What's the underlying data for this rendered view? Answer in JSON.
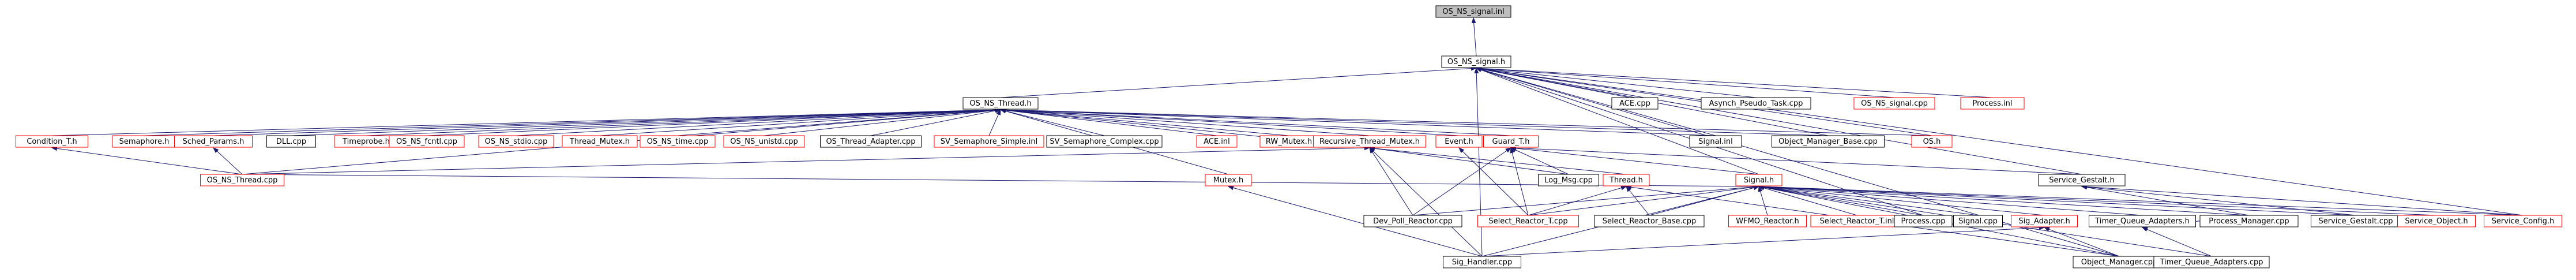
{
  "colors": {
    "edge": "#191970",
    "box_black": "#000000",
    "box_red": "#ff0000",
    "root_fill": "#bfbfbf",
    "node_fill": "#ffffff"
  },
  "root": {
    "label": "OS_NS_signal.inl",
    "border": "black",
    "filled": true
  },
  "nodes": [
    {
      "id": "osnssignalh",
      "label": "OS_NS_signal.h",
      "border": "black"
    },
    {
      "id": "osnsthreadh",
      "label": "OS_NS_Thread.h",
      "border": "black"
    },
    {
      "id": "acecpp",
      "label": "ACE.cpp",
      "border": "black"
    },
    {
      "id": "asynchpseudotask",
      "label": "Asynch_Pseudo_Task.cpp",
      "border": "black"
    },
    {
      "id": "osnssignalcpp",
      "label": "OS_NS_signal.cpp",
      "border": "red"
    },
    {
      "id": "processinl",
      "label": "Process.inl",
      "border": "red"
    },
    {
      "id": "conditiont",
      "label": "Condition_T.h",
      "border": "red"
    },
    {
      "id": "semaphoreh",
      "label": "Semaphore.h",
      "border": "red"
    },
    {
      "id": "schedparams",
      "label": "Sched_Params.h",
      "border": "red"
    },
    {
      "id": "dllcpp",
      "label": "DLL.cpp",
      "border": "black"
    },
    {
      "id": "timeprobe",
      "label": "Timeprobe.h",
      "border": "red"
    },
    {
      "id": "osnsfcntl",
      "label": "OS_NS_fcntl.cpp",
      "border": "red"
    },
    {
      "id": "osnsstdio",
      "label": "OS_NS_stdio.cpp",
      "border": "red"
    },
    {
      "id": "threadmutex",
      "label": "Thread_Mutex.h",
      "border": "red"
    },
    {
      "id": "osnstime",
      "label": "OS_NS_time.cpp",
      "border": "red"
    },
    {
      "id": "osnsunistd",
      "label": "OS_NS_unistd.cpp",
      "border": "red"
    },
    {
      "id": "osthreadadapter",
      "label": "OS_Thread_Adapter.cpp",
      "border": "black"
    },
    {
      "id": "svsemsimple",
      "label": "SV_Semaphore_Simple.inl",
      "border": "red"
    },
    {
      "id": "svsemcomplex",
      "label": "SV_Semaphore_Complex.cpp",
      "border": "black"
    },
    {
      "id": "aceinl",
      "label": "ACE.inl",
      "border": "red"
    },
    {
      "id": "rwmutex",
      "label": "RW_Mutex.h",
      "border": "red"
    },
    {
      "id": "recthreadmutex",
      "label": "Recursive_Thread_Mutex.h",
      "border": "red"
    },
    {
      "id": "eventh",
      "label": "Event.h",
      "border": "red"
    },
    {
      "id": "guardt",
      "label": "Guard_T.h",
      "border": "red"
    },
    {
      "id": "signalinl",
      "label": "Signal.inl",
      "border": "black"
    },
    {
      "id": "objmgrbase",
      "label": "Object_Manager_Base.cpp",
      "border": "black"
    },
    {
      "id": "osh",
      "label": "OS.h",
      "border": "red"
    },
    {
      "id": "osnsthreadcpp",
      "label": "OS_NS_Thread.cpp",
      "border": "red"
    },
    {
      "id": "mutexh",
      "label": "Mutex.h",
      "border": "red"
    },
    {
      "id": "logmsg",
      "label": "Log_Msg.cpp",
      "border": "black"
    },
    {
      "id": "threadh",
      "label": "Thread.h",
      "border": "red"
    },
    {
      "id": "signalh",
      "label": "Signal.h",
      "border": "red"
    },
    {
      "id": "servicegestalth",
      "label": "Service_Gestalt.h",
      "border": "black"
    },
    {
      "id": "devpoll",
      "label": "Dev_Poll_Reactor.cpp",
      "border": "black"
    },
    {
      "id": "selectreactortcpp",
      "label": "Select_Reactor_T.cpp",
      "border": "red"
    },
    {
      "id": "selectreactorbase",
      "label": "Select_Reactor_Base.cpp",
      "border": "black"
    },
    {
      "id": "wfmo",
      "label": "WFMO_Reactor.h",
      "border": "red"
    },
    {
      "id": "selectreactortinl",
      "label": "Select_Reactor_T.inl",
      "border": "red"
    },
    {
      "id": "processcpp",
      "label": "Process.cpp",
      "border": "black"
    },
    {
      "id": "signalcpp",
      "label": "Signal.cpp",
      "border": "black"
    },
    {
      "id": "sigadapter",
      "label": "Sig_Adapter.h",
      "border": "red"
    },
    {
      "id": "tqadaptersh",
      "label": "Timer_Queue_Adapters.h",
      "border": "black"
    },
    {
      "id": "processmgr",
      "label": "Process_Manager.cpp",
      "border": "black"
    },
    {
      "id": "servicegestaltcpp",
      "label": "Service_Gestalt.cpp",
      "border": "black"
    },
    {
      "id": "serviceobject",
      "label": "Service_Object.h",
      "border": "red"
    },
    {
      "id": "serviceconfig",
      "label": "Service_Config.h",
      "border": "red"
    },
    {
      "id": "sighandler",
      "label": "Sig_Handler.cpp",
      "border": "black"
    },
    {
      "id": "objmgr",
      "label": "Object_Manager.cpp",
      "border": "black"
    },
    {
      "id": "tqadapterscpp",
      "label": "Timer_Queue_Adapters.cpp",
      "border": "black"
    }
  ],
  "edges": [
    [
      "osnssignalh",
      "root"
    ],
    [
      "osnsthreadh",
      "osnssignalh"
    ],
    [
      "acecpp",
      "osnssignalh"
    ],
    [
      "asynchpseudotask",
      "osnssignalh"
    ],
    [
      "osnssignalcpp",
      "osnssignalh"
    ],
    [
      "processinl",
      "osnssignalh"
    ],
    [
      "signalinl",
      "osnssignalh"
    ],
    [
      "objmgrbase",
      "osnssignalh"
    ],
    [
      "osh",
      "osnssignalh"
    ],
    [
      "signalh",
      "osnssignalh"
    ],
    [
      "servicegestalth",
      "osnssignalh"
    ],
    [
      "serviceconfig",
      "osnssignalh"
    ],
    [
      "processcpp",
      "osnssignalh"
    ],
    [
      "sighandler",
      "osnssignalh"
    ],
    [
      "objmgr",
      "osnssignalh"
    ],
    [
      "conditiont",
      "osnsthreadh"
    ],
    [
      "semaphoreh",
      "osnsthreadh"
    ],
    [
      "schedparams",
      "osnsthreadh"
    ],
    [
      "dllcpp",
      "osnsthreadh"
    ],
    [
      "timeprobe",
      "osnsthreadh"
    ],
    [
      "osnsfcntl",
      "osnsthreadh"
    ],
    [
      "osnsstdio",
      "osnsthreadh"
    ],
    [
      "threadmutex",
      "osnsthreadh"
    ],
    [
      "osnstime",
      "osnsthreadh"
    ],
    [
      "osnsunistd",
      "osnsthreadh"
    ],
    [
      "osthreadadapter",
      "osnsthreadh"
    ],
    [
      "svsemsimple",
      "osnsthreadh"
    ],
    [
      "svsemcomplex",
      "osnsthreadh"
    ],
    [
      "aceinl",
      "osnsthreadh"
    ],
    [
      "rwmutex",
      "osnsthreadh"
    ],
    [
      "recthreadmutex",
      "osnsthreadh"
    ],
    [
      "eventh",
      "osnsthreadh"
    ],
    [
      "guardt",
      "osnsthreadh"
    ],
    [
      "signalinl",
      "osnsthreadh"
    ],
    [
      "objmgrbase",
      "osnsthreadh"
    ],
    [
      "osh",
      "osnsthreadh"
    ],
    [
      "osnsthreadcpp",
      "osnsthreadh"
    ],
    [
      "mutexh",
      "osnsthreadh"
    ],
    [
      "threadh",
      "osnsthreadh"
    ],
    [
      "osnsthreadcpp",
      "conditiont"
    ],
    [
      "osnsthreadcpp",
      "schedparams"
    ],
    [
      "osnsthreadcpp",
      "recthreadmutex"
    ],
    [
      "osnsthreadcpp",
      "signalh"
    ],
    [
      "devpoll",
      "recthreadmutex"
    ],
    [
      "logmsg",
      "recthreadmutex"
    ],
    [
      "sighandler",
      "recthreadmutex"
    ],
    [
      "logmsg",
      "guardt"
    ],
    [
      "devpoll",
      "guardt"
    ],
    [
      "selectreactortcpp",
      "guardt"
    ],
    [
      "signalh",
      "guardt"
    ],
    [
      "servicegestalth",
      "guardt"
    ],
    [
      "selectreactortcpp",
      "threadh"
    ],
    [
      "selectreactorbase",
      "threadh"
    ],
    [
      "devpoll",
      "signalh"
    ],
    [
      "selectreactortcpp",
      "signalh"
    ],
    [
      "selectreactorbase",
      "signalh"
    ],
    [
      "wfmo",
      "signalh"
    ],
    [
      "selectreactortinl",
      "signalh"
    ],
    [
      "processcpp",
      "signalh"
    ],
    [
      "signalcpp",
      "signalh"
    ],
    [
      "sigadapter",
      "signalh"
    ],
    [
      "tqadaptersh",
      "signalh"
    ],
    [
      "processmgr",
      "signalh"
    ],
    [
      "servicegestaltcpp",
      "signalh"
    ],
    [
      "serviceobject",
      "signalh"
    ],
    [
      "serviceconfig",
      "signalh"
    ],
    [
      "sighandler",
      "signalh"
    ],
    [
      "objmgr",
      "signalh"
    ],
    [
      "tqadapterscpp",
      "signalh"
    ],
    [
      "servicegestaltcpp",
      "servicegestalth"
    ],
    [
      "serviceconfig",
      "servicegestalth"
    ],
    [
      "processmgr",
      "servicegestalth"
    ],
    [
      "sighandler",
      "sigadapter"
    ],
    [
      "objmgr",
      "sigadapter"
    ],
    [
      "tqadapterscpp",
      "tqadaptersh"
    ],
    [
      "processmgr",
      "tqadaptersh"
    ],
    [
      "sighandler",
      "mutexh"
    ],
    [
      "objmgr",
      "threadh"
    ],
    [
      "selectreactortcpp",
      "eventh"
    ]
  ]
}
